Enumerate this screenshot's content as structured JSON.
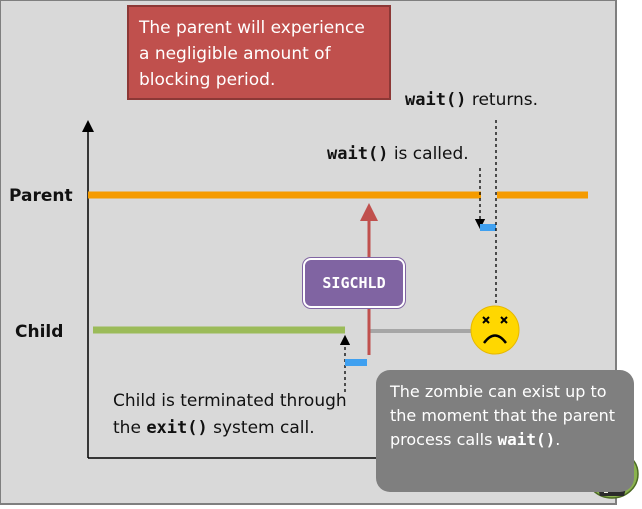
{
  "timeline": {
    "parent_label": "Parent",
    "child_label": "Child"
  },
  "notes": {
    "blocking": "The parent will experience a negligible amount of blocking period.",
    "signal": "SIGCHLD",
    "wait_returns_code": "wait()",
    "wait_returns_text": "returns.",
    "wait_called_code": "wait()",
    "wait_called_text": "is called.",
    "exit_line1": "Child is terminated through",
    "exit_line2_pre": "the",
    "exit_code": "exit()",
    "exit_line2_post": "system call.",
    "zombie_text": "The zombie can exist up to the moment that the parent process calls",
    "zombie_code": "wait()",
    "zombie_end": "."
  },
  "colors": {
    "parent_line": "#f59b00",
    "child_line": "#9bbb59",
    "signal_box": "#8064a2",
    "signal_arrow": "#c0504d",
    "red_note": "#c0504d",
    "gray_note": "#7f7f7f",
    "marker": "#3fa0f0",
    "zombie_face": "#ffd700"
  },
  "icons": {
    "sad_face": "dizzy-sad-face-icon",
    "zombie": "zombie-head-icon"
  }
}
